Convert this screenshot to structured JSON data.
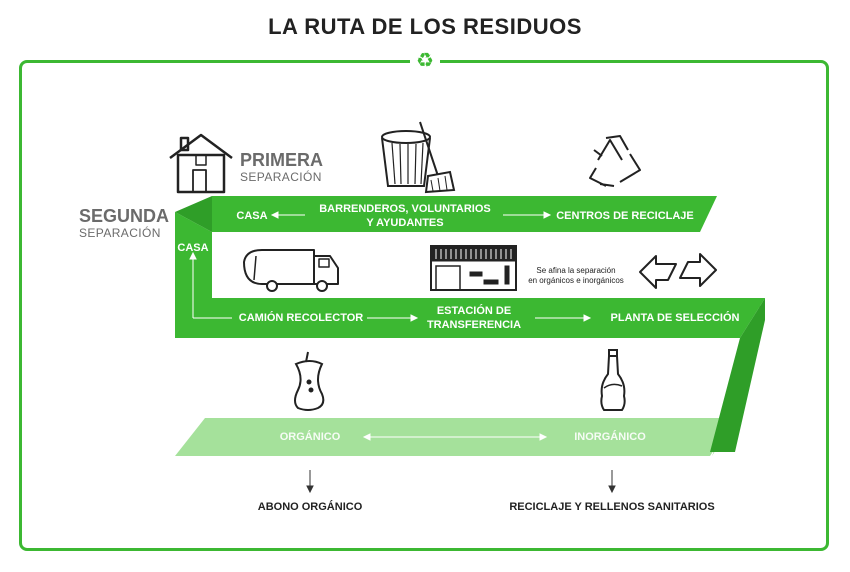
{
  "title": "LA RUTA DE LOS RESIDUOS",
  "frame_icon": "recycle-icon",
  "first_separation": {
    "big": "PRIMERA",
    "small": "SEPARACIÓN"
  },
  "second_separation": {
    "big": "SEGUNDA",
    "small": "SEPARACIÓN"
  },
  "band1": {
    "casa": "CASA",
    "barrenderos_line1": "BARRENDEROS, VOLUNTARIOS",
    "barrenderos_line2": "Y AYUDANTES",
    "centros": "CENTROS DE RECICLAJE"
  },
  "band2": {
    "casa": "CASA",
    "camion": "CAMIÓN RECOLECTOR",
    "estacion_line1": "ESTACIÓN DE",
    "estacion_line2": "TRANSFERENCIA",
    "planta": "PLANTA DE SELECCIÓN"
  },
  "note_line1": "Se afina la separación",
  "note_line2": "en orgánicos e inorgánicos",
  "band3": {
    "organico": "ORGÁNICO",
    "inorganico": "INORGÁNICO"
  },
  "outputs": {
    "abono": "ABONO ORGÁNICO",
    "reciclaje": "RECICLAJE Y RELLENOS SANITARIOS"
  },
  "icons": [
    "house-icon",
    "trash-can-icon",
    "broom-icon",
    "recycle-icon",
    "garbage-truck-icon",
    "transfer-station-icon",
    "sort-arrows-icon",
    "apple-core-icon",
    "bottle-icon"
  ],
  "colors": {
    "green": "#3cb832",
    "green_dark": "#2f9e28",
    "green_light": "#a5e19b",
    "green_light_side": "#8fd885"
  }
}
